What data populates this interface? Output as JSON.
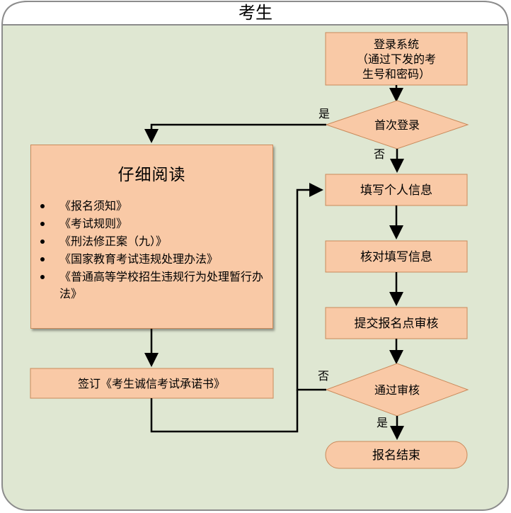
{
  "header": {
    "title": "考生"
  },
  "steps": {
    "login": {
      "line1": "登录系统",
      "line2": "（通过下发的考",
      "line3": "生号和密码）"
    },
    "first_login": "首次登录",
    "fill_info": "填写个人信息",
    "check_info": "核对填写信息",
    "submit_review": "提交报名点审核",
    "pass_review": "通过审核",
    "end": "报名结束",
    "sign_pledge": "签订《考生诚信考试承诺书》"
  },
  "edge_labels": {
    "first_login_yes": "是",
    "first_login_no": "否",
    "pass_review_no": "否",
    "pass_review_yes": "是"
  },
  "reading": {
    "title": "仔细阅读",
    "items": [
      "《报名须知》",
      "《考试规则》",
      "《刑法修正案（九）》",
      "《国家教育考试违规处理办法》",
      "《普通高等学校招生违规行为处理暂行办法》"
    ]
  },
  "colors": {
    "panel_bg": "#dfe7d2",
    "box_fill": "#f9c9a6",
    "box_border": "#c98a5b",
    "line": "#000000"
  }
}
